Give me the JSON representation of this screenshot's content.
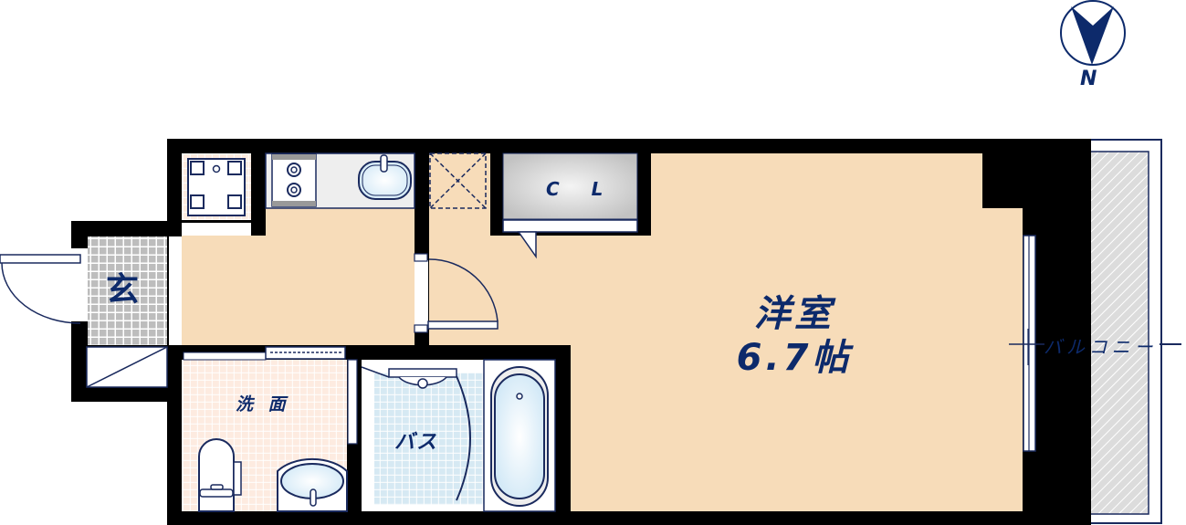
{
  "floor_plan": {
    "type": "1K apartment floor plan",
    "compass": {
      "label": "N",
      "icon": "north-arrow-icon"
    },
    "rooms": {
      "main_room": {
        "name": "洋室",
        "size": "6.7帖"
      },
      "closet": {
        "name": "C L"
      },
      "entrance": {
        "name": "玄"
      },
      "washroom": {
        "name": "洗 面"
      },
      "bath": {
        "name": "バス"
      },
      "balcony": {
        "name": "バルコニー"
      }
    },
    "colors": {
      "wall": "#000000",
      "room_floor": "#f7dcb9",
      "label_text": "#0d2a6b",
      "line": "#1a2a5e",
      "entrance_tile": "#bdbdbd",
      "washroom_tile": "#fdebe0",
      "bath_tile": "#d6e9f3",
      "balcony_hatch": "#dcdcdc",
      "closet_fill": "#d0d0d0"
    }
  }
}
